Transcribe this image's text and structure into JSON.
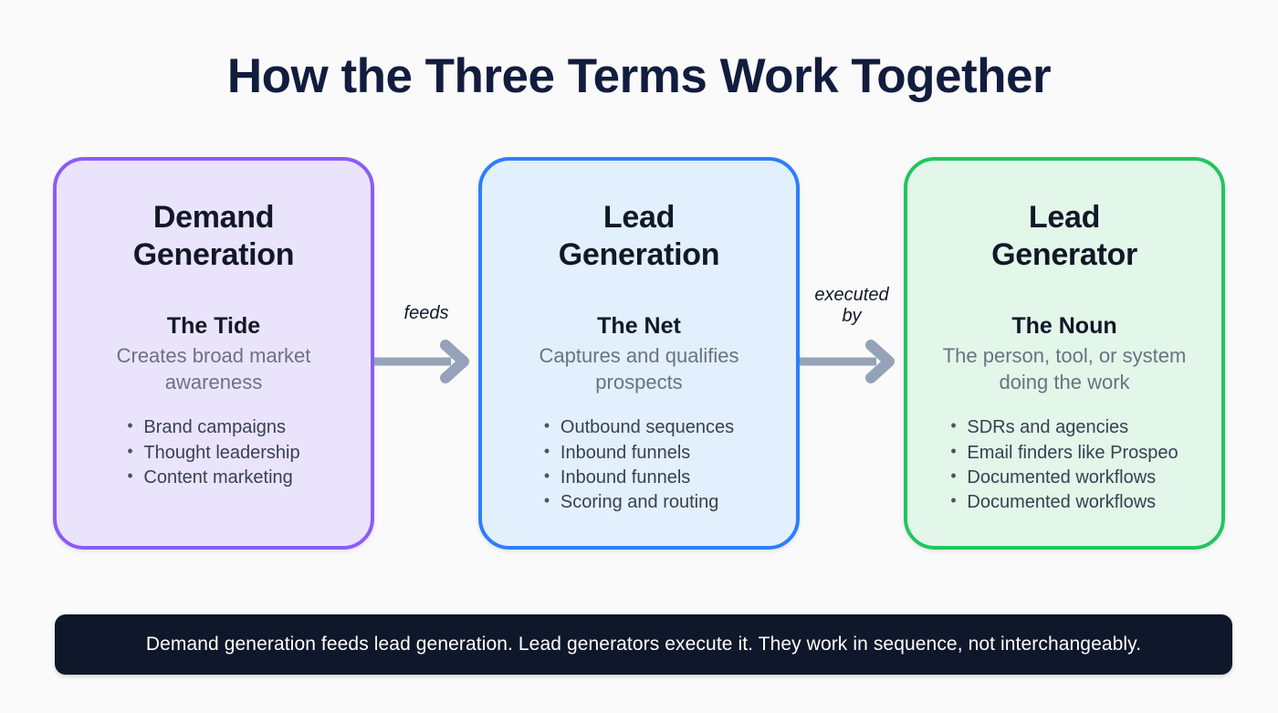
{
  "page": {
    "title": "How the Three Terms Work Together",
    "background_color": "#FAFAFA"
  },
  "cards": [
    {
      "title": "Demand\nGeneration",
      "subtitle": "The Tide",
      "description": "Creates broad market awareness",
      "bullets": [
        "Brand campaigns",
        "Thought leadership",
        "Content marketing"
      ],
      "border_color": "#8B5CF6",
      "fill_color": "#EAE3FC"
    },
    {
      "title": "Lead\nGeneration",
      "subtitle": "The Net",
      "description": "Captures and qualifies prospects",
      "bullets": [
        "Outbound sequences",
        "Inbound funnels",
        "Inbound funnels",
        "Scoring and routing"
      ],
      "border_color": "#2B7FFF",
      "fill_color": "#E2EFFD"
    },
    {
      "title": "Lead\nGenerator",
      "subtitle": "The Noun",
      "description": "The person, tool, or system doing the work",
      "bullets": [
        "SDRs and agencies",
        "Email finders like Prospeo",
        "Documented workflows",
        "Documented workflows"
      ],
      "border_color": "#22C55E",
      "fill_color": "#E2F6E9"
    }
  ],
  "connectors": [
    {
      "label": "feeds",
      "arrow_color": "#94A3B8"
    },
    {
      "label": "executed\nby",
      "arrow_color": "#94A3B8"
    }
  ],
  "banner": {
    "text": "Demand generation feeds lead generation. Lead generators execute it. They work in sequence, not interchangeably.",
    "background_color": "#0F172A",
    "text_color": "#FFFFFF"
  }
}
